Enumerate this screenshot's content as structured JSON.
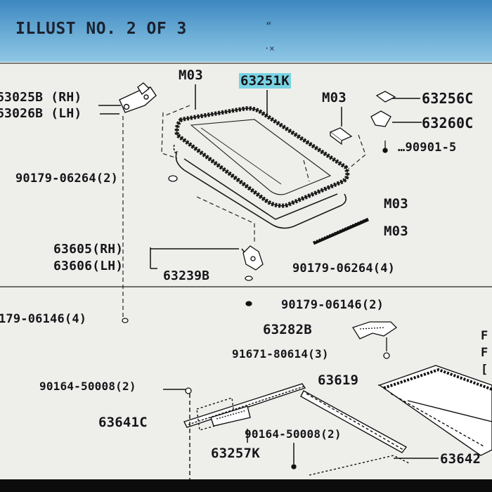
{
  "header": {
    "title": "ILLUST NO. 2 OF 3"
  },
  "labels": {
    "r_p1": "63025B (RH)",
    "r_p2": "63026B (LH)",
    "r_m03a": "M03",
    "r_hl": "63251K",
    "r_m03b": "M03",
    "r_p3": "63256C",
    "r_p4": "63260C",
    "r_p5": "90901-5",
    "r_p6": "90179-06264(2)",
    "r_m03c": "M03",
    "r_m03d": "M03",
    "r_p7": "63605(RH)",
    "r_p8": "63606(LH)",
    "r_p9": "63239B",
    "r_p10": "90179-06264(4)",
    "r_p11": "179-06146(4)",
    "r_p12": "90179-06146(2)",
    "r_p13": "63282B",
    "r_p14": "91671-80614(3)",
    "r_p15": "90164-50008(2)",
    "r_p16": "63619",
    "r_p17": "63641C",
    "r_p18": "90164-50008(2)",
    "r_p19": "63257K",
    "r_p20": "63642",
    "r_p21": "F",
    "r_p22": "F",
    "r_p23": "["
  }
}
